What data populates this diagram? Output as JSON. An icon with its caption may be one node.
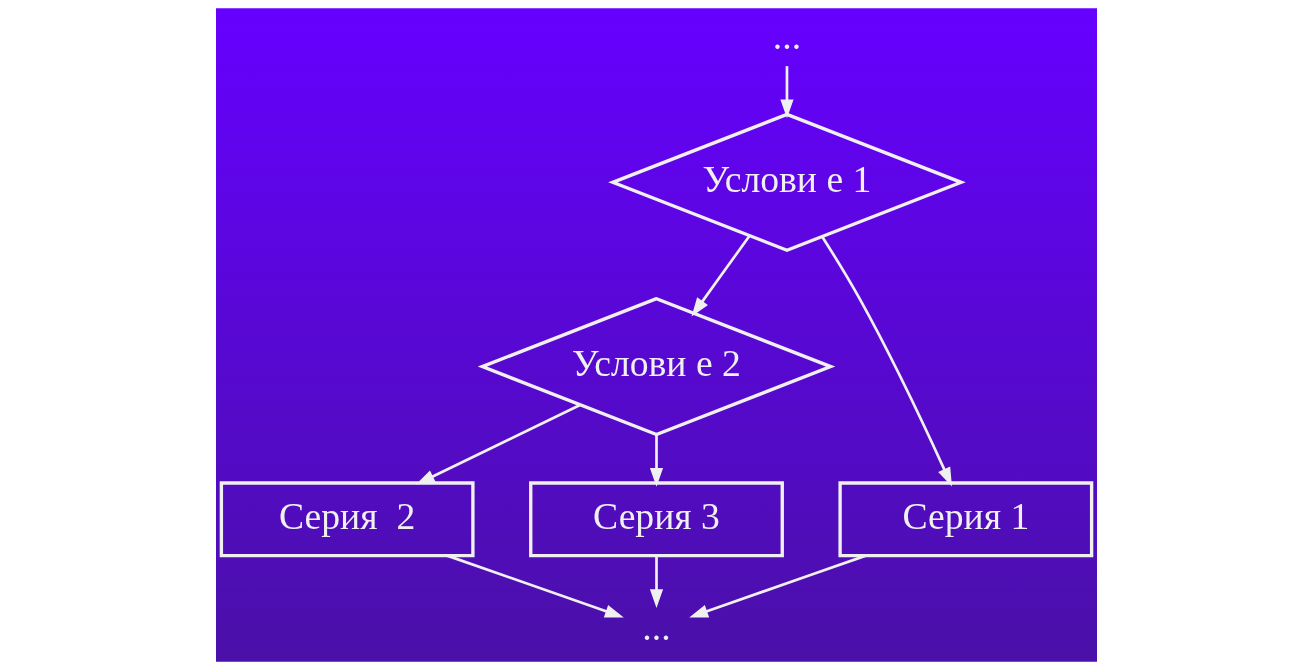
{
  "diagram": {
    "nodes": [
      {
        "text": [
          "..."
        ]
      },
      {
        "text": [
          "Услови е 1"
        ]
      },
      {
        "text": [
          "Услови е 2"
        ]
      },
      {
        "text": [
          "Серия 1"
        ]
      },
      {
        "text": [
          "Серия  2"
        ]
      },
      {
        "text": [
          "Серия 3"
        ]
      },
      {
        "text": [
          "..."
        ]
      }
    ],
    "edges": [
      {
        "from": 0,
        "to": 1,
        "arrow": "to"
      },
      {
        "from": 1,
        "to": 3,
        "arrow": "to"
      },
      {
        "from": 1,
        "to": 2,
        "arrow": "to"
      },
      {
        "from": 2,
        "to": 4,
        "arrow": "to"
      },
      {
        "from": 2,
        "to": 5,
        "arrow": "to"
      },
      {
        "from": 3,
        "to": 6,
        "arrow": "to"
      },
      {
        "from": 4,
        "to": 6,
        "arrow": "to"
      },
      {
        "from": 5,
        "to": 6,
        "arrow": "to"
      }
    ]
  }
}
